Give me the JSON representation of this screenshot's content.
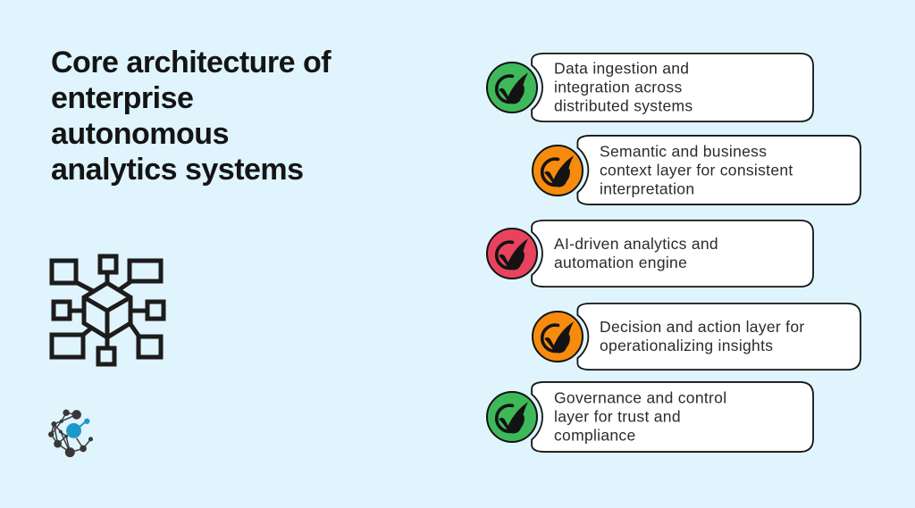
{
  "title": "Core architecture of\nenterprise\nautonomous\nanalytics systems",
  "colors": {
    "background": "#dff4fc",
    "bubble_fill": "#ffffff",
    "outline": "#141414",
    "green": "#3eb95a",
    "orange": "#f68b0e",
    "red": "#e8425e",
    "logo_blue": "#1e98ca"
  },
  "icons": {
    "hub": "distributed-cube-network-icon",
    "badge": "checkmark-icon",
    "logo": "network-sphere-logo"
  },
  "callouts": [
    {
      "label": "Data ingestion and\nintegration across\ndistributed systems",
      "badge_color": "#3eb95a"
    },
    {
      "label": "Semantic and business\ncontext layer for consistent\ninterpretation",
      "badge_color": "#f68b0e"
    },
    {
      "label": "AI-driven analytics and\nautomation engine",
      "badge_color": "#e8425e"
    },
    {
      "label": "Decision and action layer for\noperationalizing insights",
      "badge_color": "#f68b0e"
    },
    {
      "label": "Governance and control\nlayer for trust and\ncompliance",
      "badge_color": "#3eb95a"
    }
  ]
}
